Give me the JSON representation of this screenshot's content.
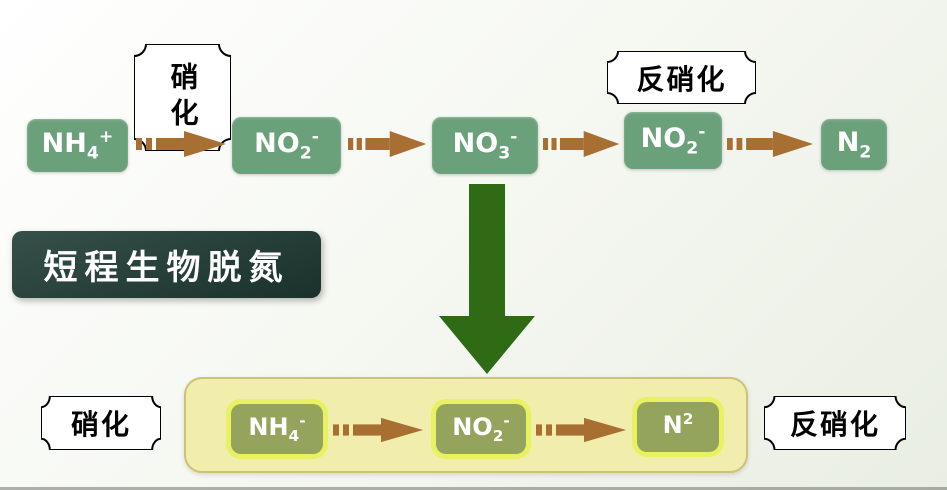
{
  "slide": {
    "title": "短程生物脱氮"
  },
  "labels": {
    "top_nitrification": "硝化",
    "top_denitrification": "反硝化",
    "bottom_nitrification": "硝化",
    "bottom_denitrification": "反硝化"
  },
  "top_chain": {
    "nodes": [
      {
        "base": "NH",
        "sub": "4",
        "sup": "+"
      },
      {
        "base": "NO",
        "sub": "2",
        "sup": "-"
      },
      {
        "base": "NO",
        "sub": "3",
        "sup": "-"
      },
      {
        "base": "NO",
        "sub": "2",
        "sup": "-"
      },
      {
        "base": "N",
        "sub": "2",
        "sup": ""
      }
    ]
  },
  "bottom_chain": {
    "nodes": [
      {
        "base": "NH",
        "sub": "4",
        "sup": "-"
      },
      {
        "base": "NO",
        "sub": "2",
        "sup": "-"
      },
      {
        "base": "N",
        "sub": "",
        "sup": "2"
      }
    ]
  },
  "colors": {
    "top_node": "#6aa17b",
    "bottom_node": "#94a45d",
    "node_text": "#ffffff",
    "arrow": "#a76f31",
    "big_arrow": "#2f6b14",
    "title_bg": "#203c35",
    "title_text": "#ffffff",
    "panel_bg": "#f1edad",
    "panel_border": "#cfc176",
    "highlight_ring": "#e8f161",
    "plaque_bg": "#ffffff",
    "plaque_border": "#000000",
    "plaque_text": "#000000"
  }
}
